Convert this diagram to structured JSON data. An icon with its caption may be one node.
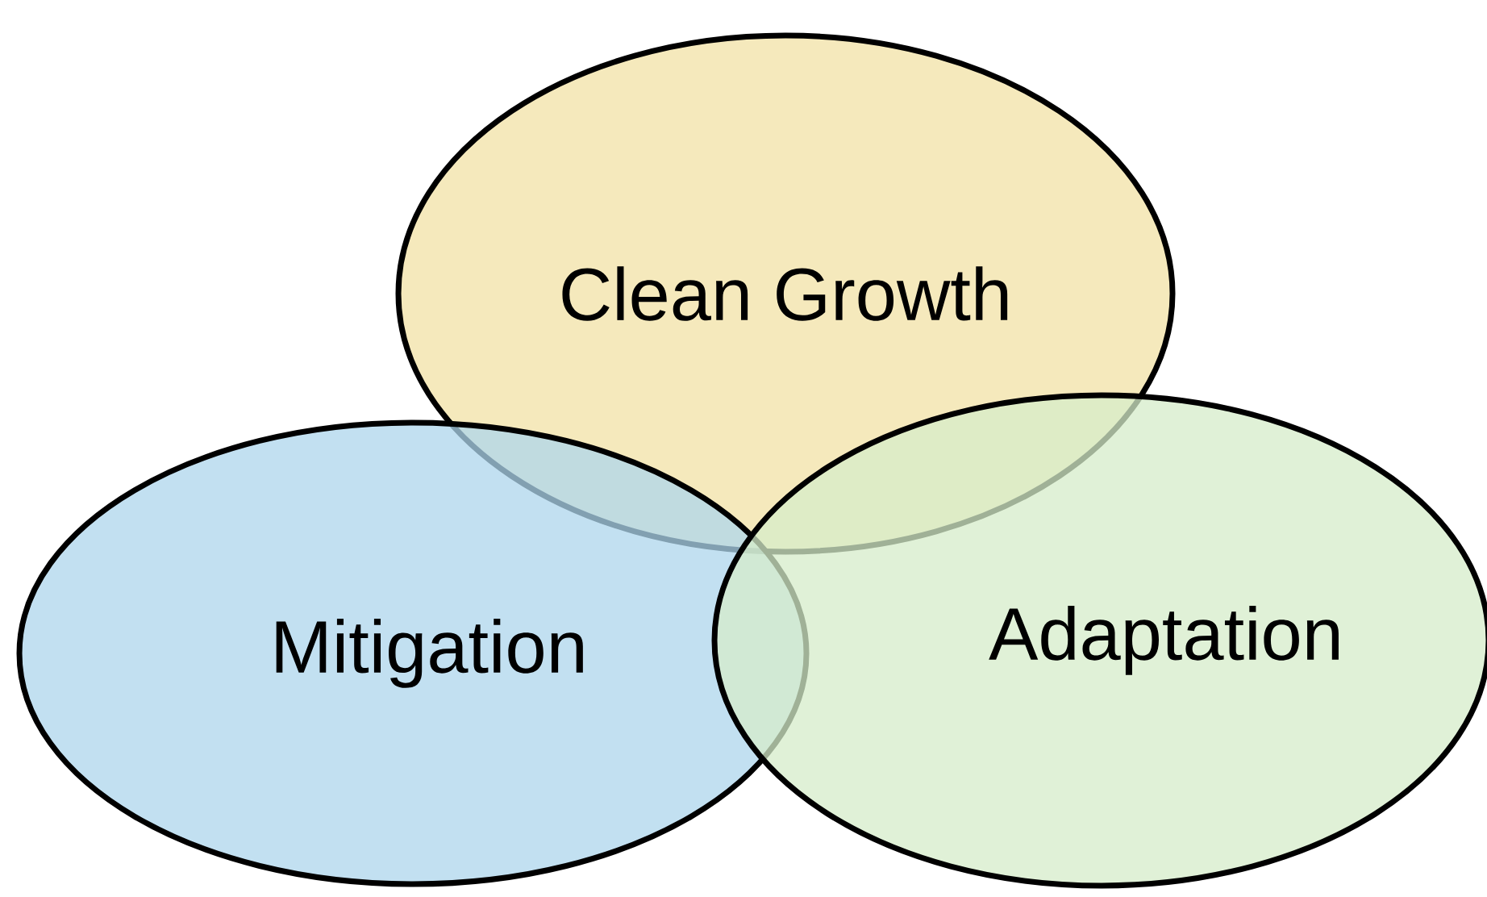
{
  "diagram": {
    "nodes": [
      {
        "text": [
          "Clean Growth"
        ]
      },
      {
        "text": [
          "Mitigation"
        ]
      },
      {
        "text": [
          "Adaptation"
        ]
      }
    ]
  }
}
